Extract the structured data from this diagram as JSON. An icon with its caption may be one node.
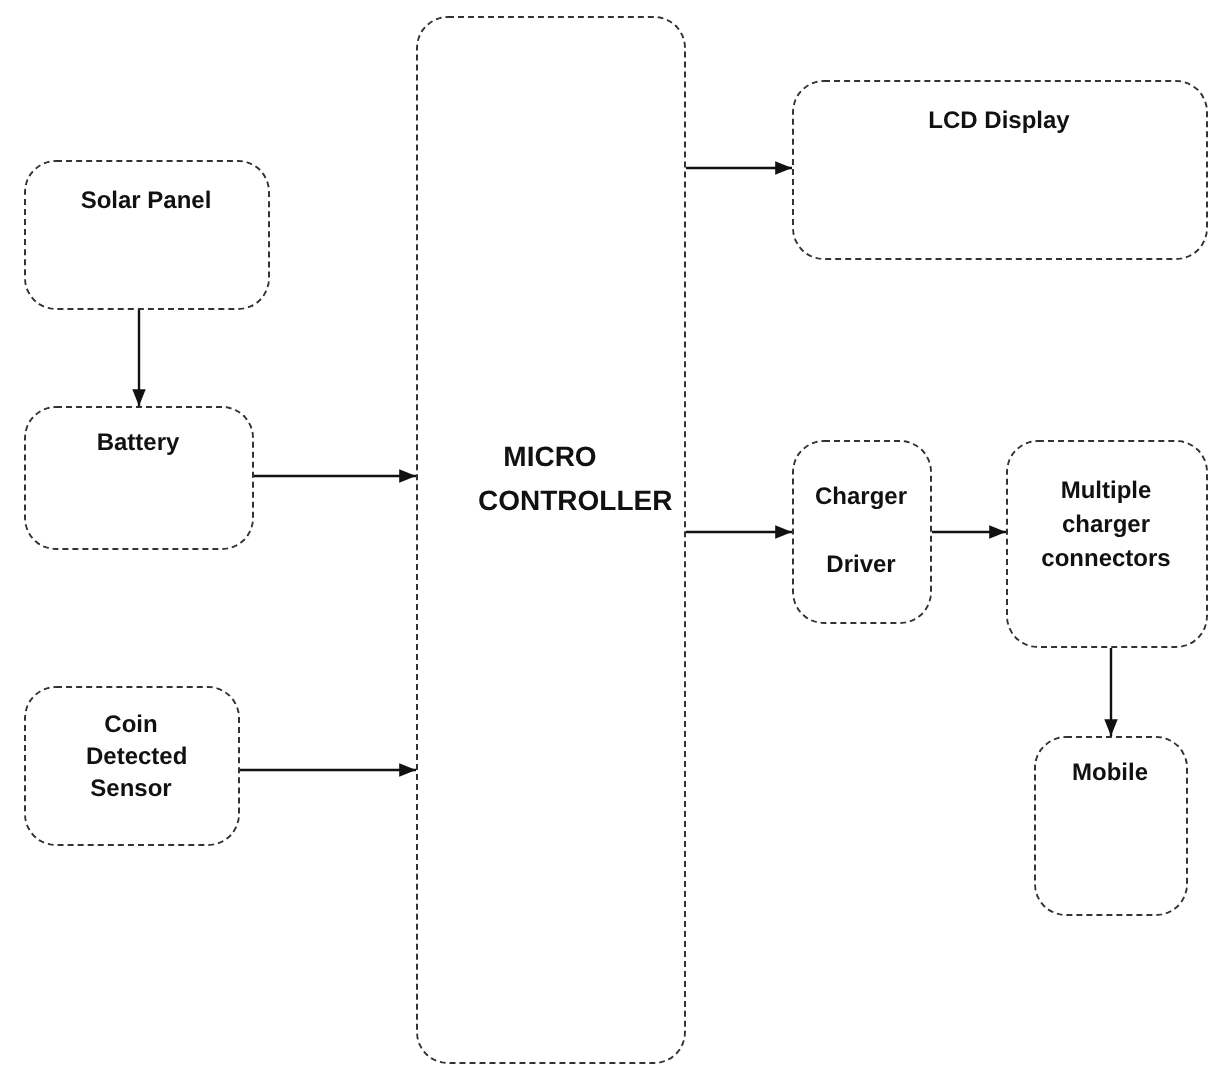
{
  "diagram": {
    "nodes": [
      {
        "text": [
          "Solar Panel"
        ]
      },
      {
        "text": [
          "Battery"
        ]
      },
      {
        "text": [
          "Coin Detected Sensor"
        ]
      },
      {
        "text": [
          "MICRO CONTROLLER"
        ]
      },
      {
        "text": [
          "LCD Display"
        ]
      },
      {
        "text": [
          "Charger Driver"
        ]
      },
      {
        "text": [
          "Multiple charger connectors"
        ]
      },
      {
        "text": [
          "Mobile"
        ]
      }
    ],
    "edges": [
      {
        "from": 0,
        "to": 1,
        "arrow": "to"
      },
      {
        "from": 1,
        "to": 3,
        "arrow": "to"
      },
      {
        "from": 2,
        "to": 3,
        "arrow": "to"
      },
      {
        "from": 3,
        "to": 4,
        "arrow": "to"
      },
      {
        "from": 3,
        "to": 5,
        "arrow": "to"
      },
      {
        "from": 5,
        "to": 6,
        "arrow": "to"
      },
      {
        "from": 6,
        "to": 7,
        "arrow": "to"
      }
    ]
  }
}
